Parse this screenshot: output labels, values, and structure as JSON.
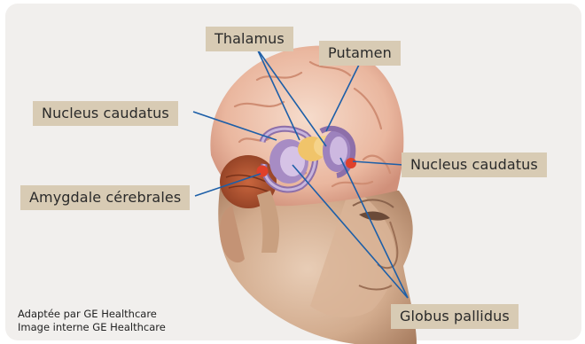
{
  "labels": {
    "thalamus": "Thalamus",
    "putamen": "Putamen",
    "caudate_left": "Nucleus caudatus",
    "caudate_right": "Nucleus caudatus",
    "amygdala": "Amygdale cérebrales",
    "globus_pallidus": "Globus pallidus"
  },
  "credits": {
    "line1": "Adaptée par GE Healthcare",
    "line2": "Image interne GE Healthcare"
  },
  "colors": {
    "label_bg": "#d8cbb4",
    "leader_line": "#1d5fa8",
    "panel_bg": "#f1efed"
  }
}
